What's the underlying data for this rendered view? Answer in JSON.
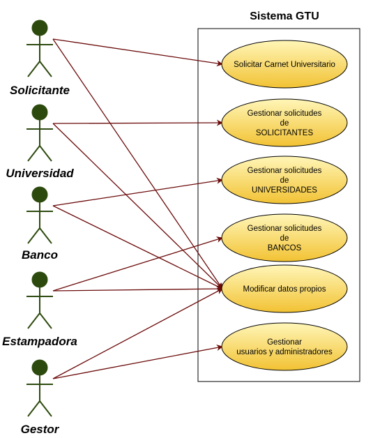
{
  "system": {
    "title": "Sistema GTU"
  },
  "actors": [
    {
      "id": "solicitante",
      "label": "Solicitante"
    },
    {
      "id": "universidad",
      "label": "Universidad"
    },
    {
      "id": "banco",
      "label": "Banco"
    },
    {
      "id": "estampadora",
      "label": "Estampadora"
    },
    {
      "id": "gestor",
      "label": "Gestor"
    }
  ],
  "use_cases": [
    {
      "id": "carnet",
      "lines": [
        "Solicitar Carnet Universitario"
      ]
    },
    {
      "id": "sol_solicitantes",
      "lines": [
        "Gestionar solicitudes",
        "de",
        "SOLICITANTES"
      ]
    },
    {
      "id": "sol_universidades",
      "lines": [
        "Gestionar solicitudes",
        "de",
        "UNIVERSIDADES"
      ]
    },
    {
      "id": "sol_bancos",
      "lines": [
        "Gestionar solicitudes",
        "de",
        "BANCOS"
      ]
    },
    {
      "id": "modificar",
      "lines": [
        "Modificar datos propios"
      ]
    },
    {
      "id": "usuarios",
      "lines": [
        "Gestionar",
        "usuarios y administradores"
      ]
    }
  ],
  "associations": [
    [
      "solicitante",
      "carnet"
    ],
    [
      "solicitante",
      "modificar"
    ],
    [
      "universidad",
      "sol_solicitantes"
    ],
    [
      "universidad",
      "modificar"
    ],
    [
      "banco",
      "sol_universidades"
    ],
    [
      "banco",
      "modificar"
    ],
    [
      "estampadora",
      "sol_bancos"
    ],
    [
      "estampadora",
      "modificar"
    ],
    [
      "gestor",
      "modificar"
    ],
    [
      "gestor",
      "usuarios"
    ]
  ],
  "colors": {
    "actor_fill": "#2d4a0e",
    "actor_stroke": "#2d4a0e",
    "arrow": "#6b0a0a",
    "uc_fill_top": "#fff6b8",
    "uc_fill_bottom": "#f2c233",
    "uc_stroke": "#000000",
    "boundary": "#000000"
  }
}
